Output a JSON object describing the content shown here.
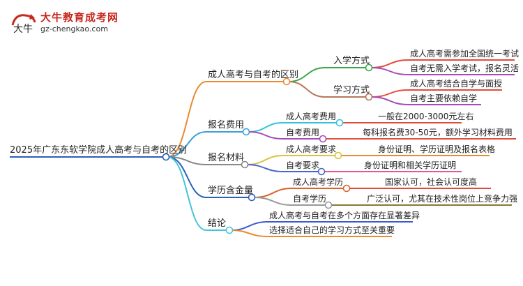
{
  "logo": {
    "badge_text": "大牛",
    "title": "大牛教育成考网",
    "url": "gz-chengkao.com"
  },
  "mindmap": {
    "root": "2025年广东东软学院成人高考与自考的区别",
    "branches": [
      {
        "label": "成人高考与自考的区别",
        "color": "#e98a2e",
        "children": [
          {
            "label": "入学方式",
            "color": "#3aa64a",
            "children": [
              {
                "label": "成人高考需参加全国统一考试",
                "color": "#e04b3c"
              },
              {
                "label": "自考无需入学考试，报名灵活",
                "color": "#a44bb8"
              }
            ]
          },
          {
            "label": "学习方式",
            "color": "#b5785a",
            "children": [
              {
                "label": "成人高考结合自学与面授",
                "color": "#e04b3c"
              },
              {
                "label": "自考主要依赖自学",
                "color": "#a44bb8"
              }
            ]
          }
        ]
      },
      {
        "label": "报名费用",
        "color": "#3aa0d8",
        "children": [
          {
            "label": "成人高考费用",
            "color": "#2fc4d8",
            "children": [
              {
                "label": "一般在2000-3000元左右",
                "color": "#e04b3c"
              }
            ]
          },
          {
            "label": "自考费用",
            "color": "#a44bb8",
            "children": [
              {
                "label": "每科报名费30-50元，额外学习材料费用",
                "color": "#e04b3c"
              }
            ]
          }
        ]
      },
      {
        "label": "报名材料",
        "color": "#888888",
        "children": [
          {
            "label": "成人高考要求",
            "color": "#d8c33a",
            "children": [
              {
                "label": "身份证明、学历证明及报名表格",
                "color": "#e98a2e"
              }
            ]
          },
          {
            "label": "自考要求",
            "color": "#4a63d0",
            "children": [
              {
                "label": "身份证明和相关学历证明",
                "color": "#e2569a"
              }
            ]
          }
        ]
      },
      {
        "label": "学历含金量",
        "color": "#2b5fb8",
        "children": [
          {
            "label": "成人高考学历",
            "color": "#d9622b",
            "children": [
              {
                "label": "国家认可，社会认可度高",
                "color": "#e04b3c"
              }
            ]
          },
          {
            "label": "自考学历",
            "color": "#999999",
            "children": [
              {
                "label": "广泛认可，尤其在技术性岗位上竞争力强",
                "color": "#8a7a2e"
              }
            ]
          }
        ]
      },
      {
        "label": "结论",
        "color": "#45c4d6",
        "children": [
          {
            "label": "成人高考与自考在多个方面存在显著差异",
            "color": "#3a5bd0"
          },
          {
            "label": "选择适合自己的学习方式至关重要",
            "color": "#e98a2e"
          }
        ]
      }
    ]
  }
}
